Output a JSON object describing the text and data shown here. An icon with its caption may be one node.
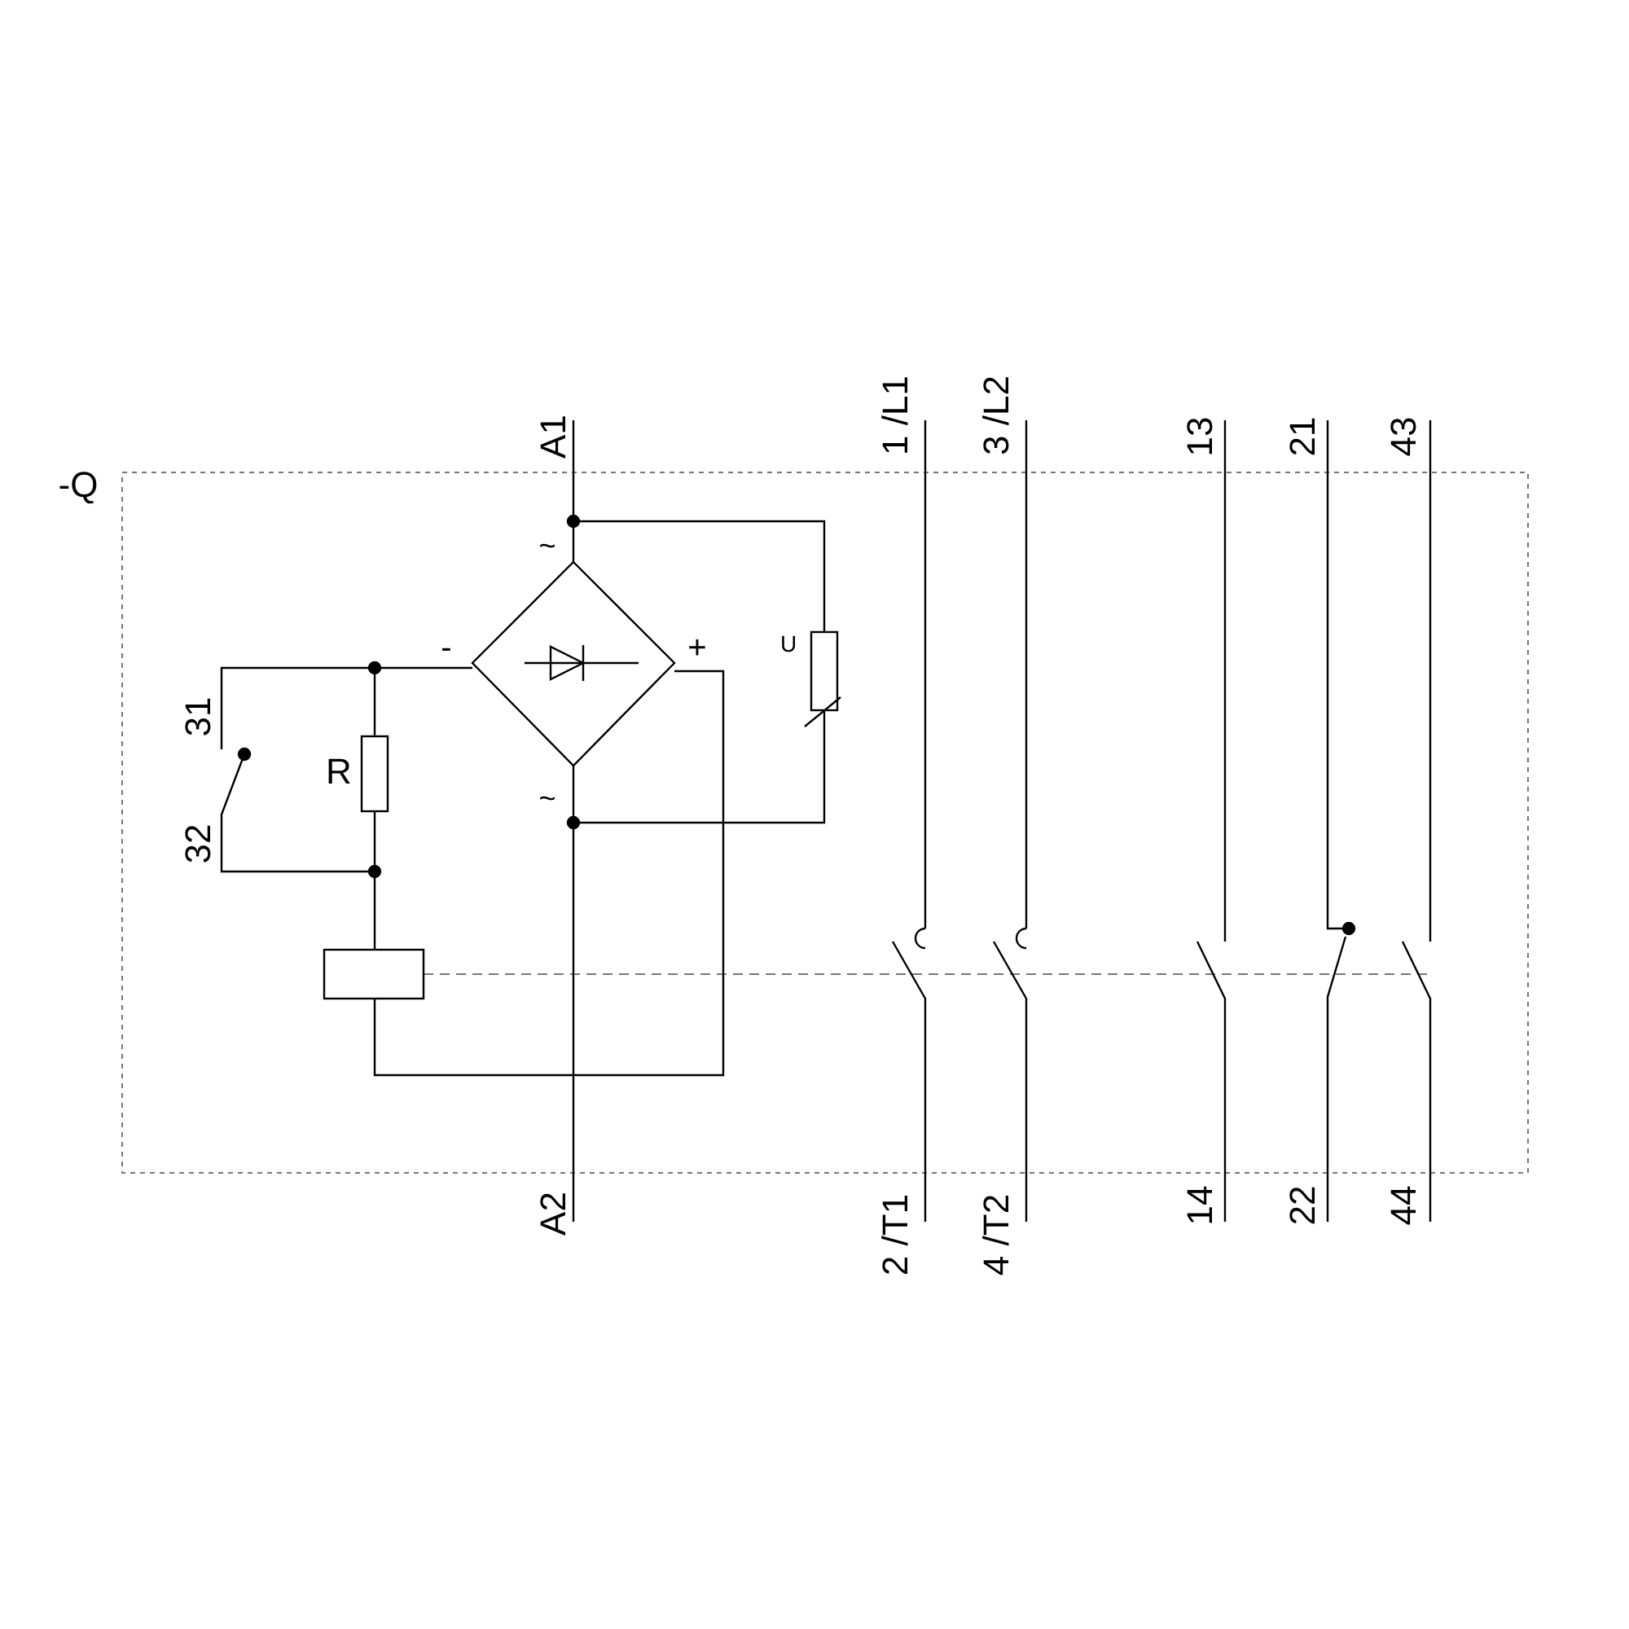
{
  "diagram": {
    "labels": [
      "-Q",
      "A1",
      "1 /L1",
      "3 /L2",
      "13",
      "21",
      "43",
      "A2",
      "2 /T1",
      "4 /T2",
      "14",
      "22",
      "44",
      "31",
      "32",
      "R",
      "U",
      "~",
      "~",
      "-",
      "+"
    ]
  }
}
